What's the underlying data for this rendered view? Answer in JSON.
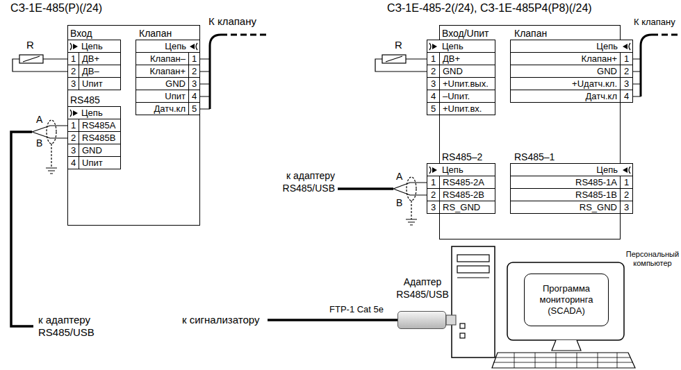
{
  "diagram": {
    "nodes": [
      {
        "text": [
          "СЗ-1Е-485(Р)(/24)"
        ]
      },
      {
        "text": [
          "Вход",
          "Цепь",
          "1",
          "ДВ+",
          "2",
          "ДВ–",
          "3",
          "Uпит"
        ],
        "in": 0
      },
      {
        "text": [
          "Клапан",
          "Цепь",
          "Клапан–",
          "1",
          "Клапан+",
          "2",
          "GND",
          "3",
          "Uпит",
          "4",
          "Датч.кл",
          "5"
        ],
        "in": 0
      },
      {
        "text": [
          "RS485",
          "Цепь",
          "1",
          "RS485A",
          "2",
          "RS485B",
          "3",
          "GND",
          "4",
          "Uпит"
        ],
        "in": 0
      },
      {
        "text": [
          "СЗ-1Е-485-2(/24), СЗ-1Е-485Р4(Р8)(/24)"
        ]
      },
      {
        "text": [
          "Вход/Uпит",
          "Цепь",
          "1",
          "ДВ+",
          "2",
          "GND",
          "3",
          "+Uпит.вых.",
          "4",
          "–Uпит.",
          "5",
          "+Uпит.вх."
        ],
        "in": 4
      },
      {
        "text": [
          "Клапан",
          "Цепь",
          "Клапан+",
          "1",
          "GND",
          "2",
          "+Uдатч.кл.",
          "3",
          "Датч.кл",
          "4"
        ],
        "in": 4
      },
      {
        "text": [
          "RS485–2",
          "Цепь",
          "1",
          "RS485-2A",
          "2",
          "RS485-2B",
          "3",
          "RS_GND"
        ],
        "in": 4
      },
      {
        "text": [
          "RS485–1",
          "Цепь",
          "RS485-1A",
          "1",
          "RS485-1B",
          "2",
          "RS_GND",
          "3"
        ],
        "in": 4
      },
      {
        "text": [
          "Адаптер RS485/USB"
        ]
      },
      {
        "text": [
          "Программа мониторинга (SCADA)"
        ]
      }
    ],
    "labels": [
      "R",
      "К клапану",
      "A",
      "B",
      "к адаптеру RS485/USB",
      "R",
      "К клапану",
      "A",
      "B",
      "к адаптеру RS485/USB",
      "к сигнализатору",
      "FTP-1 Cat 5e",
      "Персональный компьютер"
    ]
  }
}
